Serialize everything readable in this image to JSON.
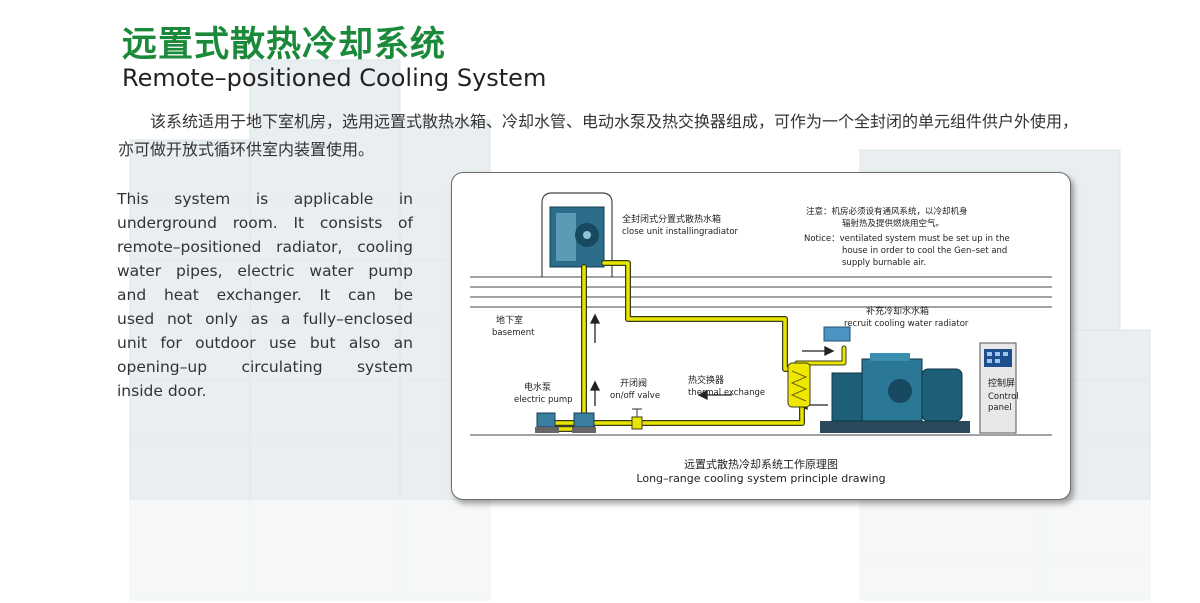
{
  "heading": {
    "title_cn": "远置式散热冷却系统",
    "title_en": "Remote–positioned Cooling System"
  },
  "description": {
    "cn": "该系统适用于地下室机房，选用远置式散热水箱、冷却水管、电动水泵及热交换器组成，可作为一个全封闭的单元组件供户外使用，亦可做开放式循环供室内装置使用。",
    "en_lines": [
      "This system is applicable in",
      "underground room. It consists of",
      "remote–positioned radiator, cooling",
      "water pipes, electric water pump",
      "and heat exchanger. It can be",
      "used not only as a fully–enclosed",
      "unit for outdoor use but also an",
      "opening–up circulating system",
      "inside door."
    ]
  },
  "diagram": {
    "radiator_cn": "全封闭式分置式散热水箱",
    "radiator_en": "close unit installingradiator",
    "notice_cn_1": "注意：机房必须设有通风系统，以冷却机身",
    "notice_cn_2": "辐射热及提供燃烧用空气。",
    "notice_en_1": "Notice：ventilated system must be set up in the",
    "notice_en_2": "house in order to cool the Gen–set and",
    "notice_en_3": "supply burnable air.",
    "basement_cn": "地下室",
    "basement_en": "basement",
    "recruit_cn": "补充冷却水水箱",
    "recruit_en": "recruit cooling water radiator",
    "pump_cn": "电水泵",
    "pump_en": "electric pump",
    "valve_cn": "开闭阀",
    "valve_en": "on/off valve",
    "exchanger_cn": "热交换器",
    "exchanger_en": "thermal exchange",
    "control_cn": "控制屏",
    "control_en_1": "Control",
    "control_en_2": "panel",
    "caption_cn": "远置式散热冷却系统工作原理图",
    "caption_en": "Long–range cooling system principle drawing"
  },
  "colors": {
    "title_green": "#1a8a3a",
    "pipe_yellow": "#e8e600",
    "engine_teal": "#1e5f78"
  }
}
